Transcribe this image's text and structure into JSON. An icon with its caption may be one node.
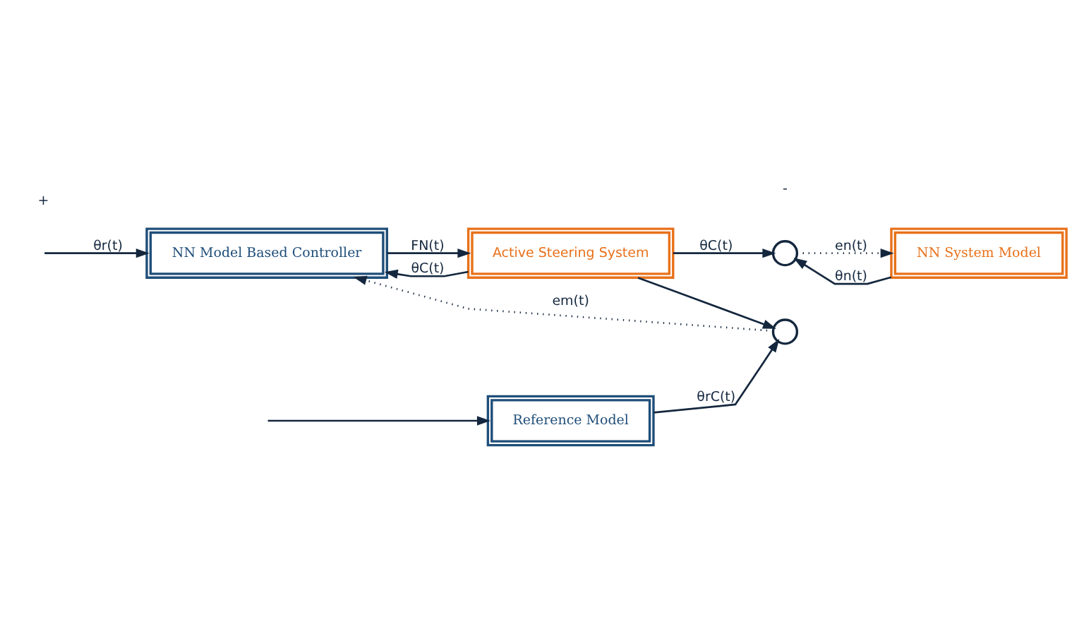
{
  "diagram": {
    "nodes": [
      {
        "text": [
          "Reference Model"
        ]
      },
      {
        "text": [
          "NN Model Based Controller"
        ]
      },
      {
        "text": [
          "Active Steering System"
        ]
      },
      {
        "text": [
          "NN System Model"
        ]
      },
      {
        "text": [],
        "shape": "circle"
      },
      {
        "text": [],
        "shape": "circle"
      }
    ],
    "edges": [
      {
        "from": null,
        "to": 0,
        "arrow": "to"
      },
      {
        "from": null,
        "to": 1,
        "arrow": "to",
        "label": "θr(t)"
      },
      {
        "from": 0,
        "to": 5,
        "arrow": "to",
        "label": "θrC(t)"
      },
      {
        "from": 1,
        "to": 2,
        "arrow": "to",
        "label": "FN(t)"
      },
      {
        "from": 2,
        "to": 5,
        "arrow": "to"
      },
      {
        "from": 2,
        "to": 4,
        "arrow": "to",
        "label": "θC(t)"
      },
      {
        "from": 2,
        "to": 1,
        "arrow": "to",
        "label": "θC(t)"
      },
      {
        "from": 3,
        "to": 4,
        "arrow": "to",
        "label": "θn(t)"
      },
      {
        "from": 5,
        "to": 1,
        "arrow": "to",
        "label": "em(t)",
        "style": "dashed"
      },
      {
        "from": 4,
        "to": 3,
        "arrow": "to",
        "label": "en(t)",
        "style": "dashed"
      }
    ],
    "labels": [
      "-",
      "+"
    ]
  }
}
